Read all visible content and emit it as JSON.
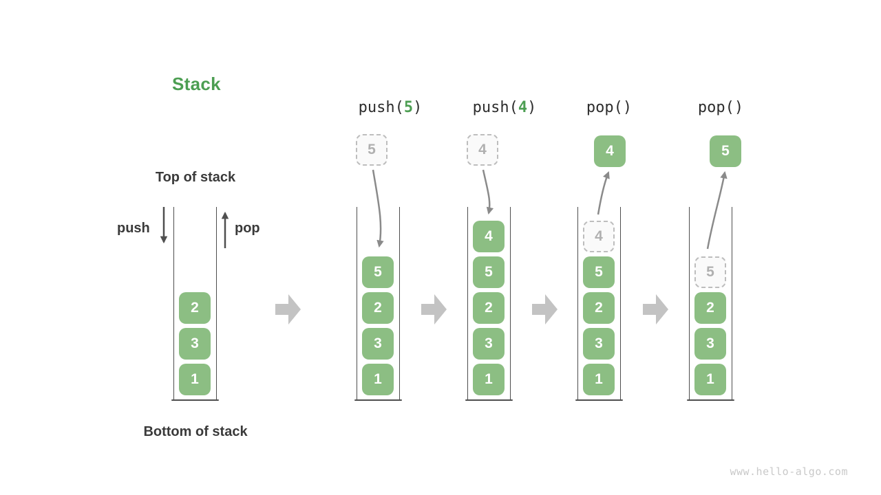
{
  "page": {
    "title": "Stack",
    "watermark": "www.hello-algo.com"
  },
  "legend": {
    "top_label": "Top of stack",
    "bottom_label": "Bottom of stack",
    "push_label": "push",
    "pop_label": "pop"
  },
  "operations": [
    {
      "name": "push",
      "arg": "5"
    },
    {
      "name": "push",
      "arg": "4"
    },
    {
      "name": "pop",
      "arg": ""
    },
    {
      "name": "pop",
      "arg": ""
    }
  ],
  "stacks": [
    {
      "id": "initial-state",
      "floating": null,
      "arrow": null,
      "items": [
        {
          "value": "2",
          "style": "solid"
        },
        {
          "value": "3",
          "style": "solid"
        },
        {
          "value": "1",
          "style": "solid"
        }
      ]
    },
    {
      "id": "after-push-5",
      "floating": {
        "value": "5",
        "style": "dashed"
      },
      "arrow": "down",
      "items": [
        {
          "value": "5",
          "style": "solid"
        },
        {
          "value": "2",
          "style": "solid"
        },
        {
          "value": "3",
          "style": "solid"
        },
        {
          "value": "1",
          "style": "solid"
        }
      ]
    },
    {
      "id": "after-push-4",
      "floating": {
        "value": "4",
        "style": "dashed"
      },
      "arrow": "down",
      "items": [
        {
          "value": "4",
          "style": "solid"
        },
        {
          "value": "5",
          "style": "solid"
        },
        {
          "value": "2",
          "style": "solid"
        },
        {
          "value": "3",
          "style": "solid"
        },
        {
          "value": "1",
          "style": "solid"
        }
      ]
    },
    {
      "id": "after-pop-4",
      "floating": {
        "value": "4",
        "style": "solid"
      },
      "arrow": "up",
      "items": [
        {
          "value": "4",
          "style": "dashed"
        },
        {
          "value": "5",
          "style": "solid"
        },
        {
          "value": "2",
          "style": "solid"
        },
        {
          "value": "3",
          "style": "solid"
        },
        {
          "value": "1",
          "style": "solid"
        }
      ]
    },
    {
      "id": "after-pop-5",
      "floating": {
        "value": "5",
        "style": "solid"
      },
      "arrow": "up",
      "items": [
        {
          "value": "5",
          "style": "dashed"
        },
        {
          "value": "2",
          "style": "solid"
        },
        {
          "value": "3",
          "style": "solid"
        },
        {
          "value": "1",
          "style": "solid"
        }
      ]
    }
  ],
  "colors": {
    "accent_green": "#4C9E52",
    "cell_green": "#8CBE83",
    "curve_arrow_gray": "#8A8A8A",
    "block_arrow_gray": "#C3C3C3",
    "dashed_border_gray": "#BDBDBD",
    "dashed_text_gray": "#B0B0B0",
    "text_dark": "#3A3A3A",
    "wall_gray": "#4D4D4D",
    "watermark_gray": "#C9C9C9"
  }
}
